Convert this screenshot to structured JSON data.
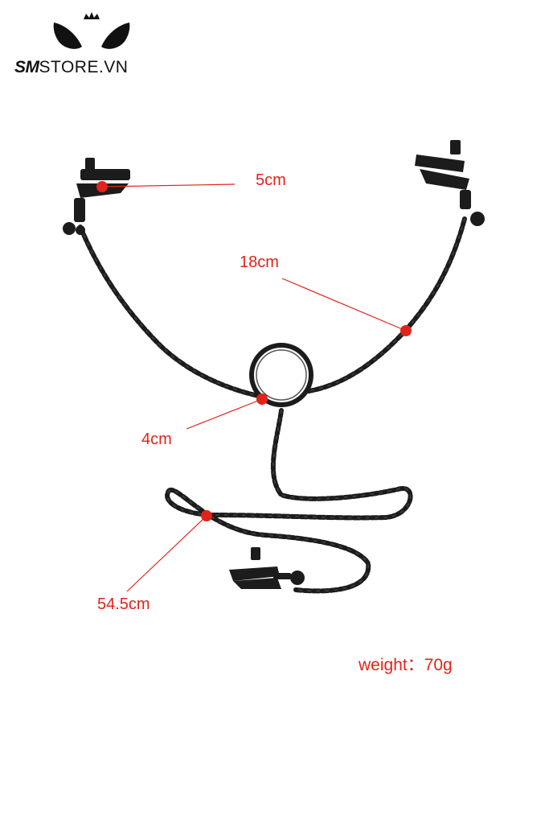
{
  "brand": {
    "logo_brand": "SM",
    "logo_suffix": "STORE.VN",
    "icon": "crown-cat-ears-icon"
  },
  "measurements": {
    "clamp_length": "5cm",
    "side_chain_length": "18cm",
    "ring_drop_length": "4cm",
    "long_chain_length": "54.5cm",
    "weight": "weight：70g"
  },
  "colors": {
    "annotation": "#e2231a",
    "product": "#1c1c1c"
  }
}
